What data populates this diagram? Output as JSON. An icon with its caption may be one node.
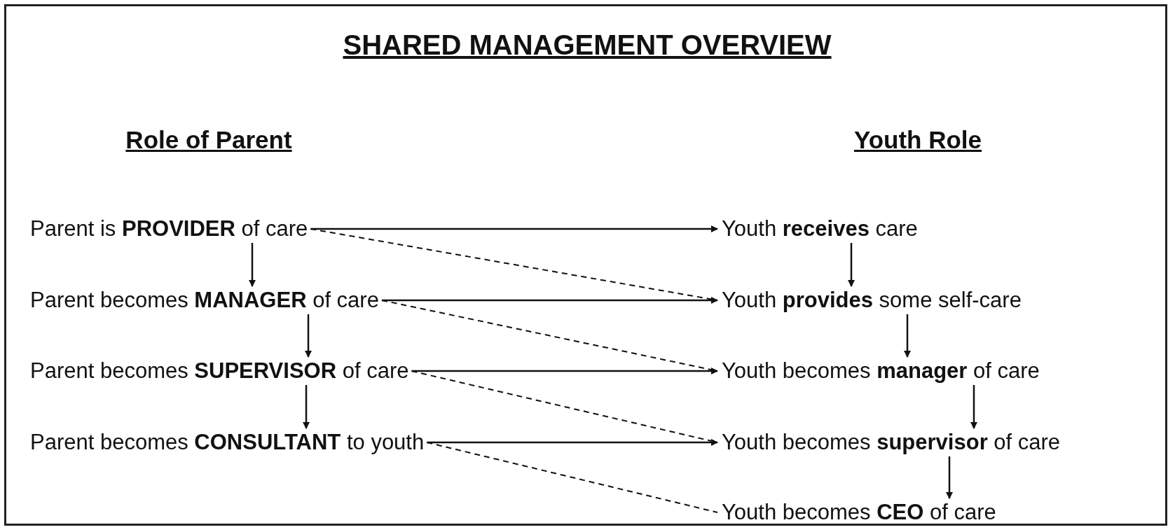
{
  "diagram": {
    "title": "SHARED MANAGEMENT OVERVIEW",
    "nodes": [
      {
        "text": [
          "Parent is **PROVIDER** of care"
        ]
      },
      {
        "text": [
          "Parent becomes **MANAGER** of care"
        ]
      },
      {
        "text": [
          "Parent becomes **SUPERVISOR** of care"
        ]
      },
      {
        "text": [
          "Parent becomes **CONSULTANT** to youth"
        ]
      },
      {
        "text": [
          "Youth **receives** care"
        ]
      },
      {
        "text": [
          "Youth **provides** some self-care"
        ]
      },
      {
        "text": [
          "Youth becomes **manager** of care"
        ]
      },
      {
        "text": [
          "Youth becomes **supervisor** of care"
        ]
      },
      {
        "text": [
          "Youth becomes **CEO** of care"
        ]
      }
    ],
    "edges": [
      {
        "from": 0,
        "to": 4,
        "arrow": "to"
      },
      {
        "from": 0,
        "to": 5,
        "arrow": "none",
        "style": "dashed"
      },
      {
        "from": 0,
        "to": 1,
        "arrow": "to"
      },
      {
        "from": 4,
        "to": 5,
        "arrow": "to"
      },
      {
        "from": 1,
        "to": 5,
        "arrow": "to"
      },
      {
        "from": 1,
        "to": 6,
        "arrow": "none",
        "style": "dashed"
      },
      {
        "from": 1,
        "to": 2,
        "arrow": "to"
      },
      {
        "from": 5,
        "to": 6,
        "arrow": "to"
      },
      {
        "from": 2,
        "to": 6,
        "arrow": "to"
      },
      {
        "from": 2,
        "to": 7,
        "arrow": "none",
        "style": "dashed"
      },
      {
        "from": 2,
        "to": 3,
        "arrow": "to"
      },
      {
        "from": 6,
        "to": 7,
        "arrow": "to"
      },
      {
        "from": 3,
        "to": 7,
        "arrow": "to"
      },
      {
        "from": 3,
        "to": 8,
        "arrow": "none",
        "style": "dashed"
      },
      {
        "from": 7,
        "to": 8,
        "arrow": "to"
      }
    ],
    "labels": [
      "Role of Parent",
      "Youth Role"
    ]
  }
}
